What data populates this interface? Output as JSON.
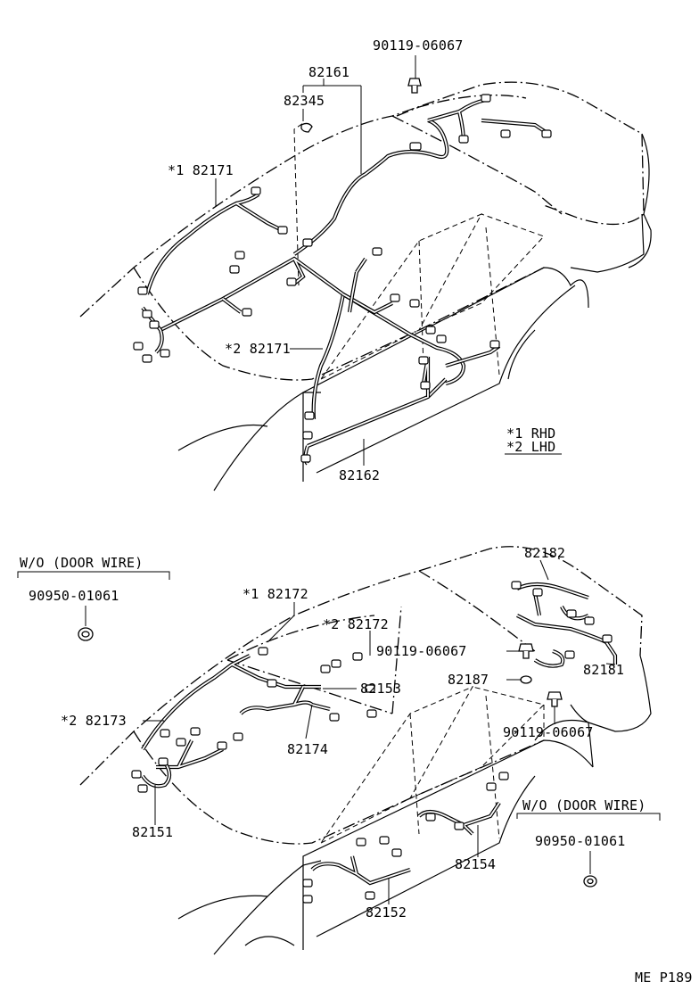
{
  "top_view": {
    "callouts": {
      "clip_top": "90119-06067",
      "roof_harness": "82161",
      "clamp": "82345",
      "rhd_floor": "*1 82171",
      "lhd_floor": "*2 82171",
      "floor_no2": "82162"
    },
    "legend": {
      "rhd": "*1 RHD",
      "lhd": "*2 LHD"
    }
  },
  "bottom_view": {
    "callouts": {
      "rhd_cowl": "*1 82172",
      "lhd_cowl": "*2 82172",
      "lhd_dash": "*2 82173",
      "instr": "82153",
      "console": "82174",
      "front_door": "82151",
      "luggage": "82182",
      "clip_a": "90119-06067",
      "clip_b": "82187",
      "clip_c": "90119-06067",
      "rear_room": "82181",
      "rear_door": "82154",
      "center_floor": "82152"
    },
    "note_left": {
      "heading": "W/O (DOOR WIRE)",
      "part": "90950-01061"
    },
    "note_right": {
      "heading": "W/O (DOOR WIRE)",
      "part": "90950-01061"
    }
  },
  "page_code": "ME P189"
}
